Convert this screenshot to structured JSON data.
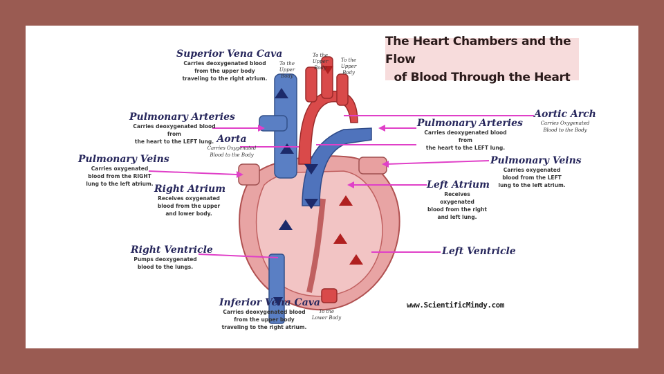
{
  "title": {
    "line1": "The Heart Chambers and the Flow",
    "line2": "of Blood Through the Heart"
  },
  "labels": {
    "superior_vena_cava": {
      "heading": "Superior Vena Cava",
      "desc": [
        "Carries deoxygenated blood",
        "from the upper body",
        "traveling to the right atrium."
      ]
    },
    "pulmonary_arteries_left": {
      "heading": "Pulmonary Arteries",
      "desc": [
        "Carries deoxygenated blood from",
        "the heart to the LEFT lung."
      ]
    },
    "aorta": {
      "heading": "Aorta",
      "desc": [
        "Carries Oxygenated",
        "Blood to the Body"
      ]
    },
    "pulmonary_veins_left": {
      "heading": "Pulmonary Veins",
      "desc": [
        "Carries oxygenated",
        "blood from the RIGHT",
        "lung to the left atrium."
      ]
    },
    "right_atrium": {
      "heading": "Right Atrium",
      "desc": [
        "Receives oxygenated",
        "blood from the upper",
        "and lower body."
      ]
    },
    "right_ventricle": {
      "heading": "Right Ventricle",
      "desc": [
        "Pumps deoxygenated",
        "blood to the lungs."
      ]
    },
    "inferior_vena_cava": {
      "heading": "Inferior Vena Cava",
      "desc": [
        "Carries deoxygenated blood",
        "from the upper body",
        "traveling to the right atrium."
      ]
    },
    "aortic_arch": {
      "heading": "Aortic Arch",
      "desc": [
        "Carries Oxygenated",
        "Blood to the Body"
      ]
    },
    "pulmonary_arteries_right": {
      "heading": "Pulmonary Arteries",
      "desc": [
        "Carries deoxygenated blood from",
        "the heart to the LEFT lung."
      ]
    },
    "pulmonary_veins_right": {
      "heading": "Pulmonary Veins",
      "desc": [
        "Carries oxygenated",
        "blood from the LEFT",
        "lung to the left atrium."
      ]
    },
    "left_atrium": {
      "heading": "Left Atrium",
      "desc": [
        "Receives oxygenated",
        "blood from the right",
        "and left lung."
      ]
    },
    "left_ventricle": {
      "heading": "Left Ventricle",
      "desc": []
    }
  },
  "small_labels": {
    "to_upper_body_1": [
      "To the",
      "Upper Body"
    ],
    "to_upper_body_2": [
      "To the",
      "Upper Body"
    ],
    "to_upper_body_3": [
      "To the",
      "Upper Body"
    ],
    "to_lower_body": [
      "To the",
      "Lower Body"
    ]
  },
  "watermark": "www.ScientificMindy.com",
  "colors": {
    "frame": "#9a5b52",
    "title_bg": "#f7dcdc",
    "pointer": "#e040c8",
    "vein_blue": "#5577bb",
    "artery_red": "#d84040",
    "muscle": "#e8a0a0"
  }
}
